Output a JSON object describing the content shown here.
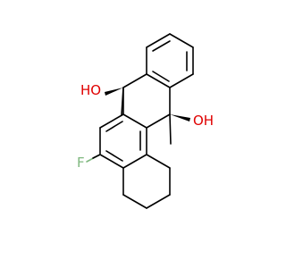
{
  "molecule": {
    "atoms": {
      "hydroxyl_top": {
        "label": "HO",
        "color": "#e00000"
      },
      "hydroxyl_right": {
        "label": "OH",
        "color": "#e00000"
      },
      "fluorine": {
        "label": "F",
        "color": "#7fb87f"
      }
    },
    "wedge_color": "#000000",
    "bond_color": "#000000"
  }
}
